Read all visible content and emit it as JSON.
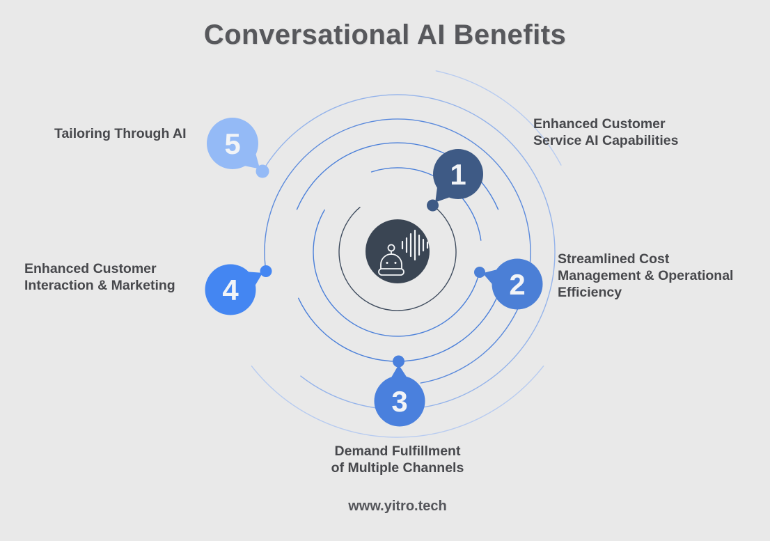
{
  "title": "Conversational AI Benefits",
  "footer": {
    "website": "www.yitro.tech"
  },
  "center": {
    "icon": "chatbot-voice-assistant-icon",
    "color": "#3a4553"
  },
  "colors": {
    "background": "#e9e9e9",
    "title_text": "#57585c",
    "label_text": "#47484c",
    "rings": {
      "inner_dark": "#3f4c5e",
      "ring2": "#4a7fd9",
      "ring3": "#4a7fd9",
      "ring4": "#5b8adc",
      "ring5": "#94b3ea",
      "outer_light": "#b7cbf0"
    }
  },
  "benefits": [
    {
      "number": "1",
      "color": "#3e5a85",
      "label_lines": [
        "Enhanced Customer",
        "Service AI Capabilities"
      ]
    },
    {
      "number": "2",
      "color": "#4b7fd6",
      "label_lines": [
        "Streamlined Cost",
        "Management & Operational",
        "Efficiency"
      ]
    },
    {
      "number": "3",
      "color": "#4a80dd",
      "label_lines": [
        "Demand Fulfillment",
        "of Multiple Channels"
      ]
    },
    {
      "number": "4",
      "color": "#4486f2",
      "label_lines": [
        "Enhanced Customer",
        "Interaction & Marketing"
      ]
    },
    {
      "number": "5",
      "color": "#94baf6",
      "label_lines": [
        "Tailoring Through AI"
      ]
    }
  ]
}
